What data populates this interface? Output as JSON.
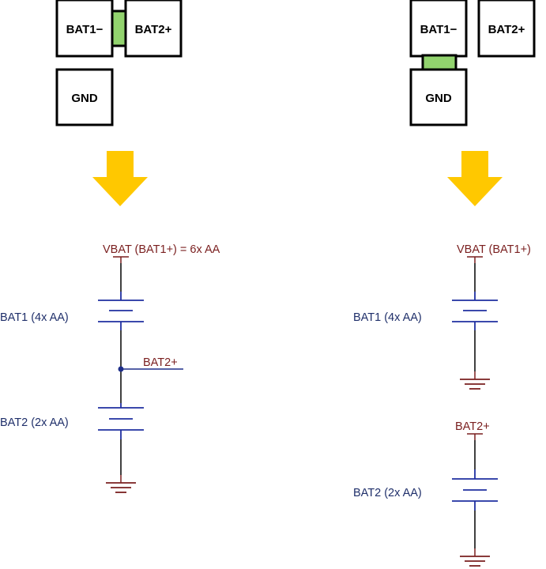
{
  "pads": {
    "bat1_minus": "BAT1−",
    "bat2_plus": "BAT2+",
    "gnd": "GND"
  },
  "left_schematic": {
    "vbat_label": "VBAT (BAT1+) = 6x AA",
    "bat1_label": "BAT1 (4x AA)",
    "bat2_net_label": "BAT2+",
    "bat2_label": "BAT2 (2x AA)"
  },
  "right_schematic": {
    "vbat_label": "VBAT (BAT1+)",
    "bat1_label": "BAT1 (4x AA)",
    "bat2_net_label": "BAT2+",
    "bat2_label": "BAT2 (2x AA)"
  },
  "colors": {
    "pad_border": "#000000",
    "jumper": "#92d36e",
    "arrow": "#ffc800",
    "net": "#7a1f1f",
    "battery": "#1f2fa0",
    "wire": "#000000",
    "junction": "#1f2f8a",
    "ground": "#7a1f1f"
  }
}
